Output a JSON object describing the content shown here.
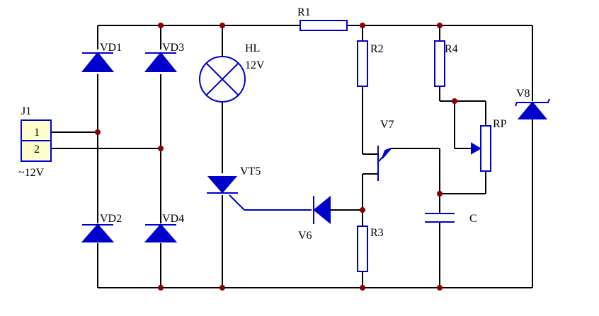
{
  "colors": {
    "wire": "#000000",
    "component": "#0000cc",
    "junction": "#8b0000",
    "connector_fill": "#ffffcc"
  },
  "labels": {
    "r1": "R1",
    "r2": "R2",
    "r3": "R3",
    "r4": "R4",
    "vd1": "VD1",
    "vd2": "VD2",
    "vd3": "VD3",
    "vd4": "VD4",
    "hl": "HL",
    "hl_voltage": "12V",
    "vt5": "VT5",
    "v6": "V6",
    "v7": "V7",
    "v8": "V8",
    "rp": "RP",
    "c": "C",
    "j1": "J1",
    "j1_pin1": "1",
    "j1_pin2": "2",
    "j1_voltage": "~12V"
  }
}
